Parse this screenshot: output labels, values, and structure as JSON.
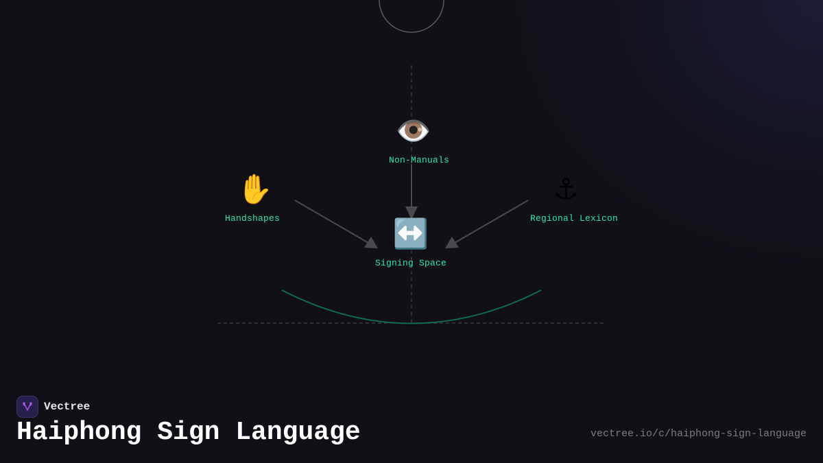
{
  "diagram": {
    "center_node": {
      "label": "Signing Space",
      "icon": "left-right-arrow-icon",
      "glyph": "↔️"
    },
    "nodes": [
      {
        "label": "Non-Manuals",
        "icon": "eye-icon",
        "glyph": "👁️"
      },
      {
        "label": "Handshapes",
        "icon": "raised-hand-icon",
        "glyph": "✋"
      },
      {
        "label": "Regional Lexicon",
        "icon": "anchor-icon",
        "glyph": "⚓"
      }
    ],
    "edges": [
      {
        "from": "Non-Manuals",
        "to": "Signing Space"
      },
      {
        "from": "Handshapes",
        "to": "Signing Space"
      },
      {
        "from": "Regional Lexicon",
        "to": "Signing Space"
      }
    ],
    "colors": {
      "label": "#2ee6b4",
      "edge": "#4a4a4e",
      "arc": "#0f6b55",
      "guide": "#3a3a40",
      "head_circle": "#5a5a5e"
    }
  },
  "brand": {
    "name": "Vectree"
  },
  "footer": {
    "title": "Haiphong Sign Language",
    "url": "vectree.io/c/haiphong-sign-language"
  }
}
